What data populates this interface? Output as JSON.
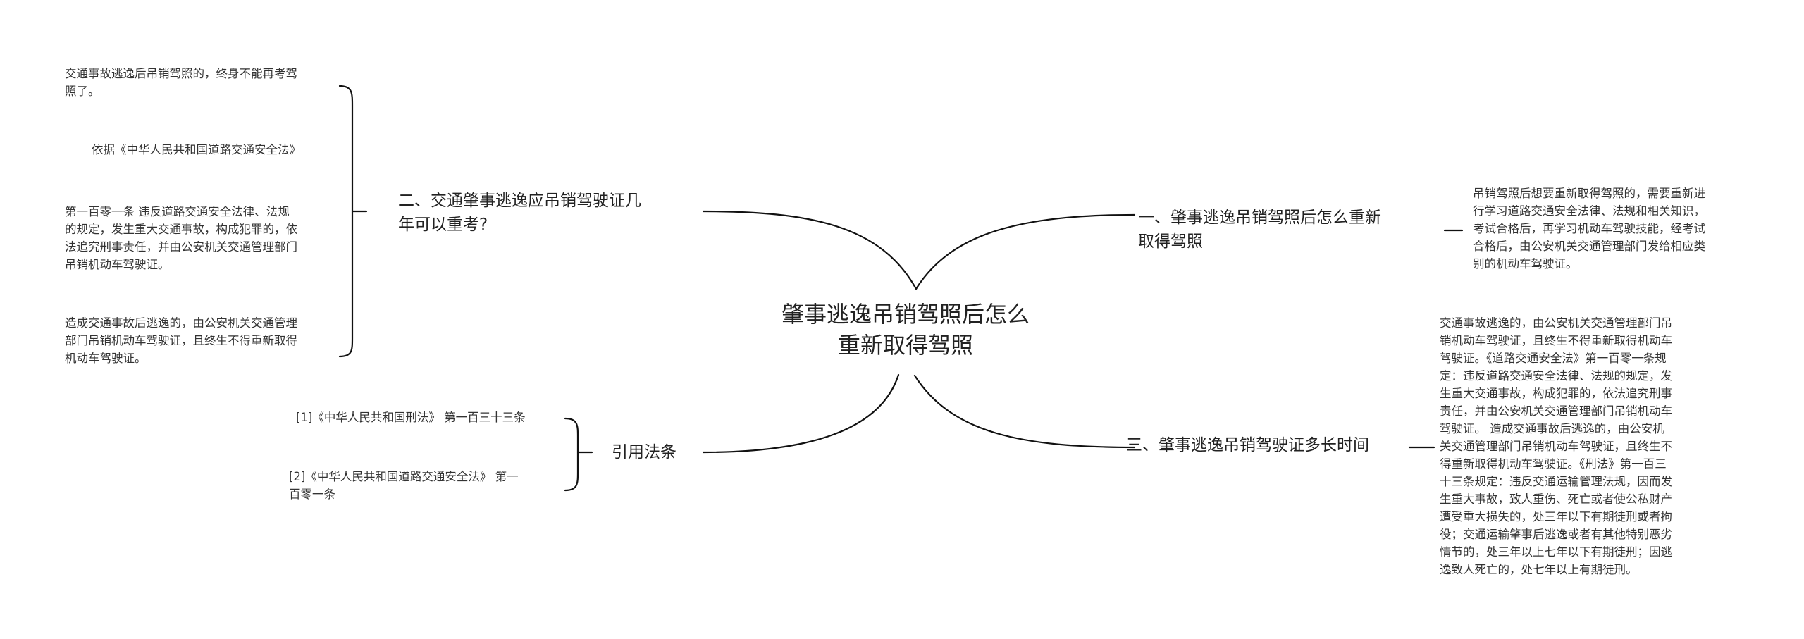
{
  "root": {
    "title": "肇事逃逸吊销驾照后怎么\n重新取得驾照"
  },
  "branches": {
    "b2": {
      "label": "二、交通肇事逃逸应吊销驾驶证几\n年可以重考?",
      "leaves": [
        "交通事故逃逸后吊销驾照的，终身不能再考驾\n照了。",
        "依据《中华人民共和国道路交通安全法》",
        "第一百零一条 违反道路交通安全法律、法规\n的规定，发生重大交通事故，构成犯罪的，依\n法追究刑事责任，并由公安机关交通管理部门\n吊销机动车驾驶证。",
        "造成交通事故后逃逸的，由公安机关交通管理\n部门吊销机动车驾驶证，且终生不得重新取得\n机动车驾驶证。"
      ]
    },
    "ref": {
      "label": "引用法条",
      "leaves": [
        "[1]《中华人民共和国刑法》 第一百三十三条",
        "[2]《中华人民共和国道路交通安全法》 第一\n百零一条"
      ]
    },
    "b1": {
      "label": "一、肇事逃逸吊销驾照后怎么重新\n取得驾照",
      "leaves": [
        "吊销驾照后想要重新取得驾照的，需要重新进\n行学习道路交通安全法律、法规和相关知识，\n考试合格后，再学习机动车驾驶技能，经考试\n合格后，由公安机关交通管理部门发给相应类\n别的机动车驾驶证。"
      ]
    },
    "b3": {
      "label": "三、肇事逃逸吊销驾驶证多长时间",
      "leaves": [
        "交通事故逃逸的，由公安机关交通管理部门吊\n销机动车驾驶证，且终生不得重新取得机动车\n驾驶证。《道路交通安全法》第一百零一条规\n定：违反道路交通安全法律、法规的规定，发\n生重大交通事故，构成犯罪的，依法追究刑事\n责任，并由公安机关交通管理部门吊销机动车\n驾驶证。 造成交通事故后逃逸的，由公安机\n关交通管理部门吊销机动车驾驶证，且终生不\n得重新取得机动车驾驶证。《刑法》第一百三\n十三条规定：违反交通运输管理法规，因而发\n生重大事故，致人重伤、死亡或者使公私财产\n遭受重大损失的，处三年以下有期徒刑或者拘\n役；交通运输肇事后逃逸或者有其他特别恶劣\n情节的，处三年以上七年以下有期徒刑；因逃\n逸致人死亡的，处七年以上有期徒刑。"
      ]
    }
  }
}
